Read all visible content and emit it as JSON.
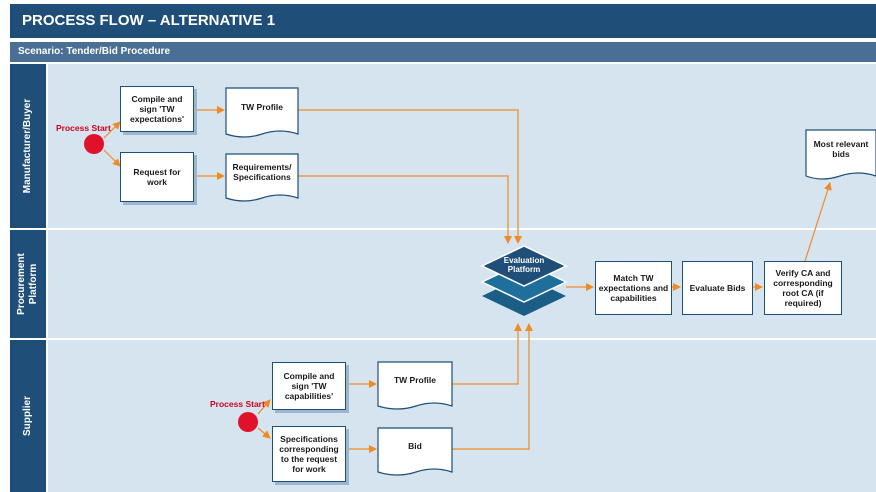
{
  "header": {
    "title": "PROCESS FLOW – ALTERNATIVE 1",
    "scenario": "Scenario: Tender/Bid Procedure"
  },
  "lanes": [
    {
      "label": "Manufacturer/Buyer"
    },
    {
      "label": "Procurement Platform"
    },
    {
      "label": "Supplier"
    }
  ],
  "buyer": {
    "process_start": "Process Start",
    "compile": "Compile and sign 'TW expectations'",
    "tw_profile": "TW Profile",
    "request": "Request for work",
    "requirements": "Requirements/ Specifications",
    "most_relevant": "Most relevant bids"
  },
  "platform": {
    "evaluation": "Evaluation Platform",
    "match": "Match TW expectations and capabilities",
    "evaluate": "Evaluate Bids",
    "verify": "Verify CA and corresponding root CA (if required)"
  },
  "supplier": {
    "process_start": "Process Start",
    "compile": "Compile and sign 'TW capabilities'",
    "tw_profile": "TW Profile",
    "specs": "Specifications corresponding to the request for work",
    "bid": "Bid"
  },
  "colors": {
    "navy": "#1f4e79",
    "lane_bg": "#d6e4f0",
    "arrow": "#f08a24",
    "start": "#e0112b"
  }
}
